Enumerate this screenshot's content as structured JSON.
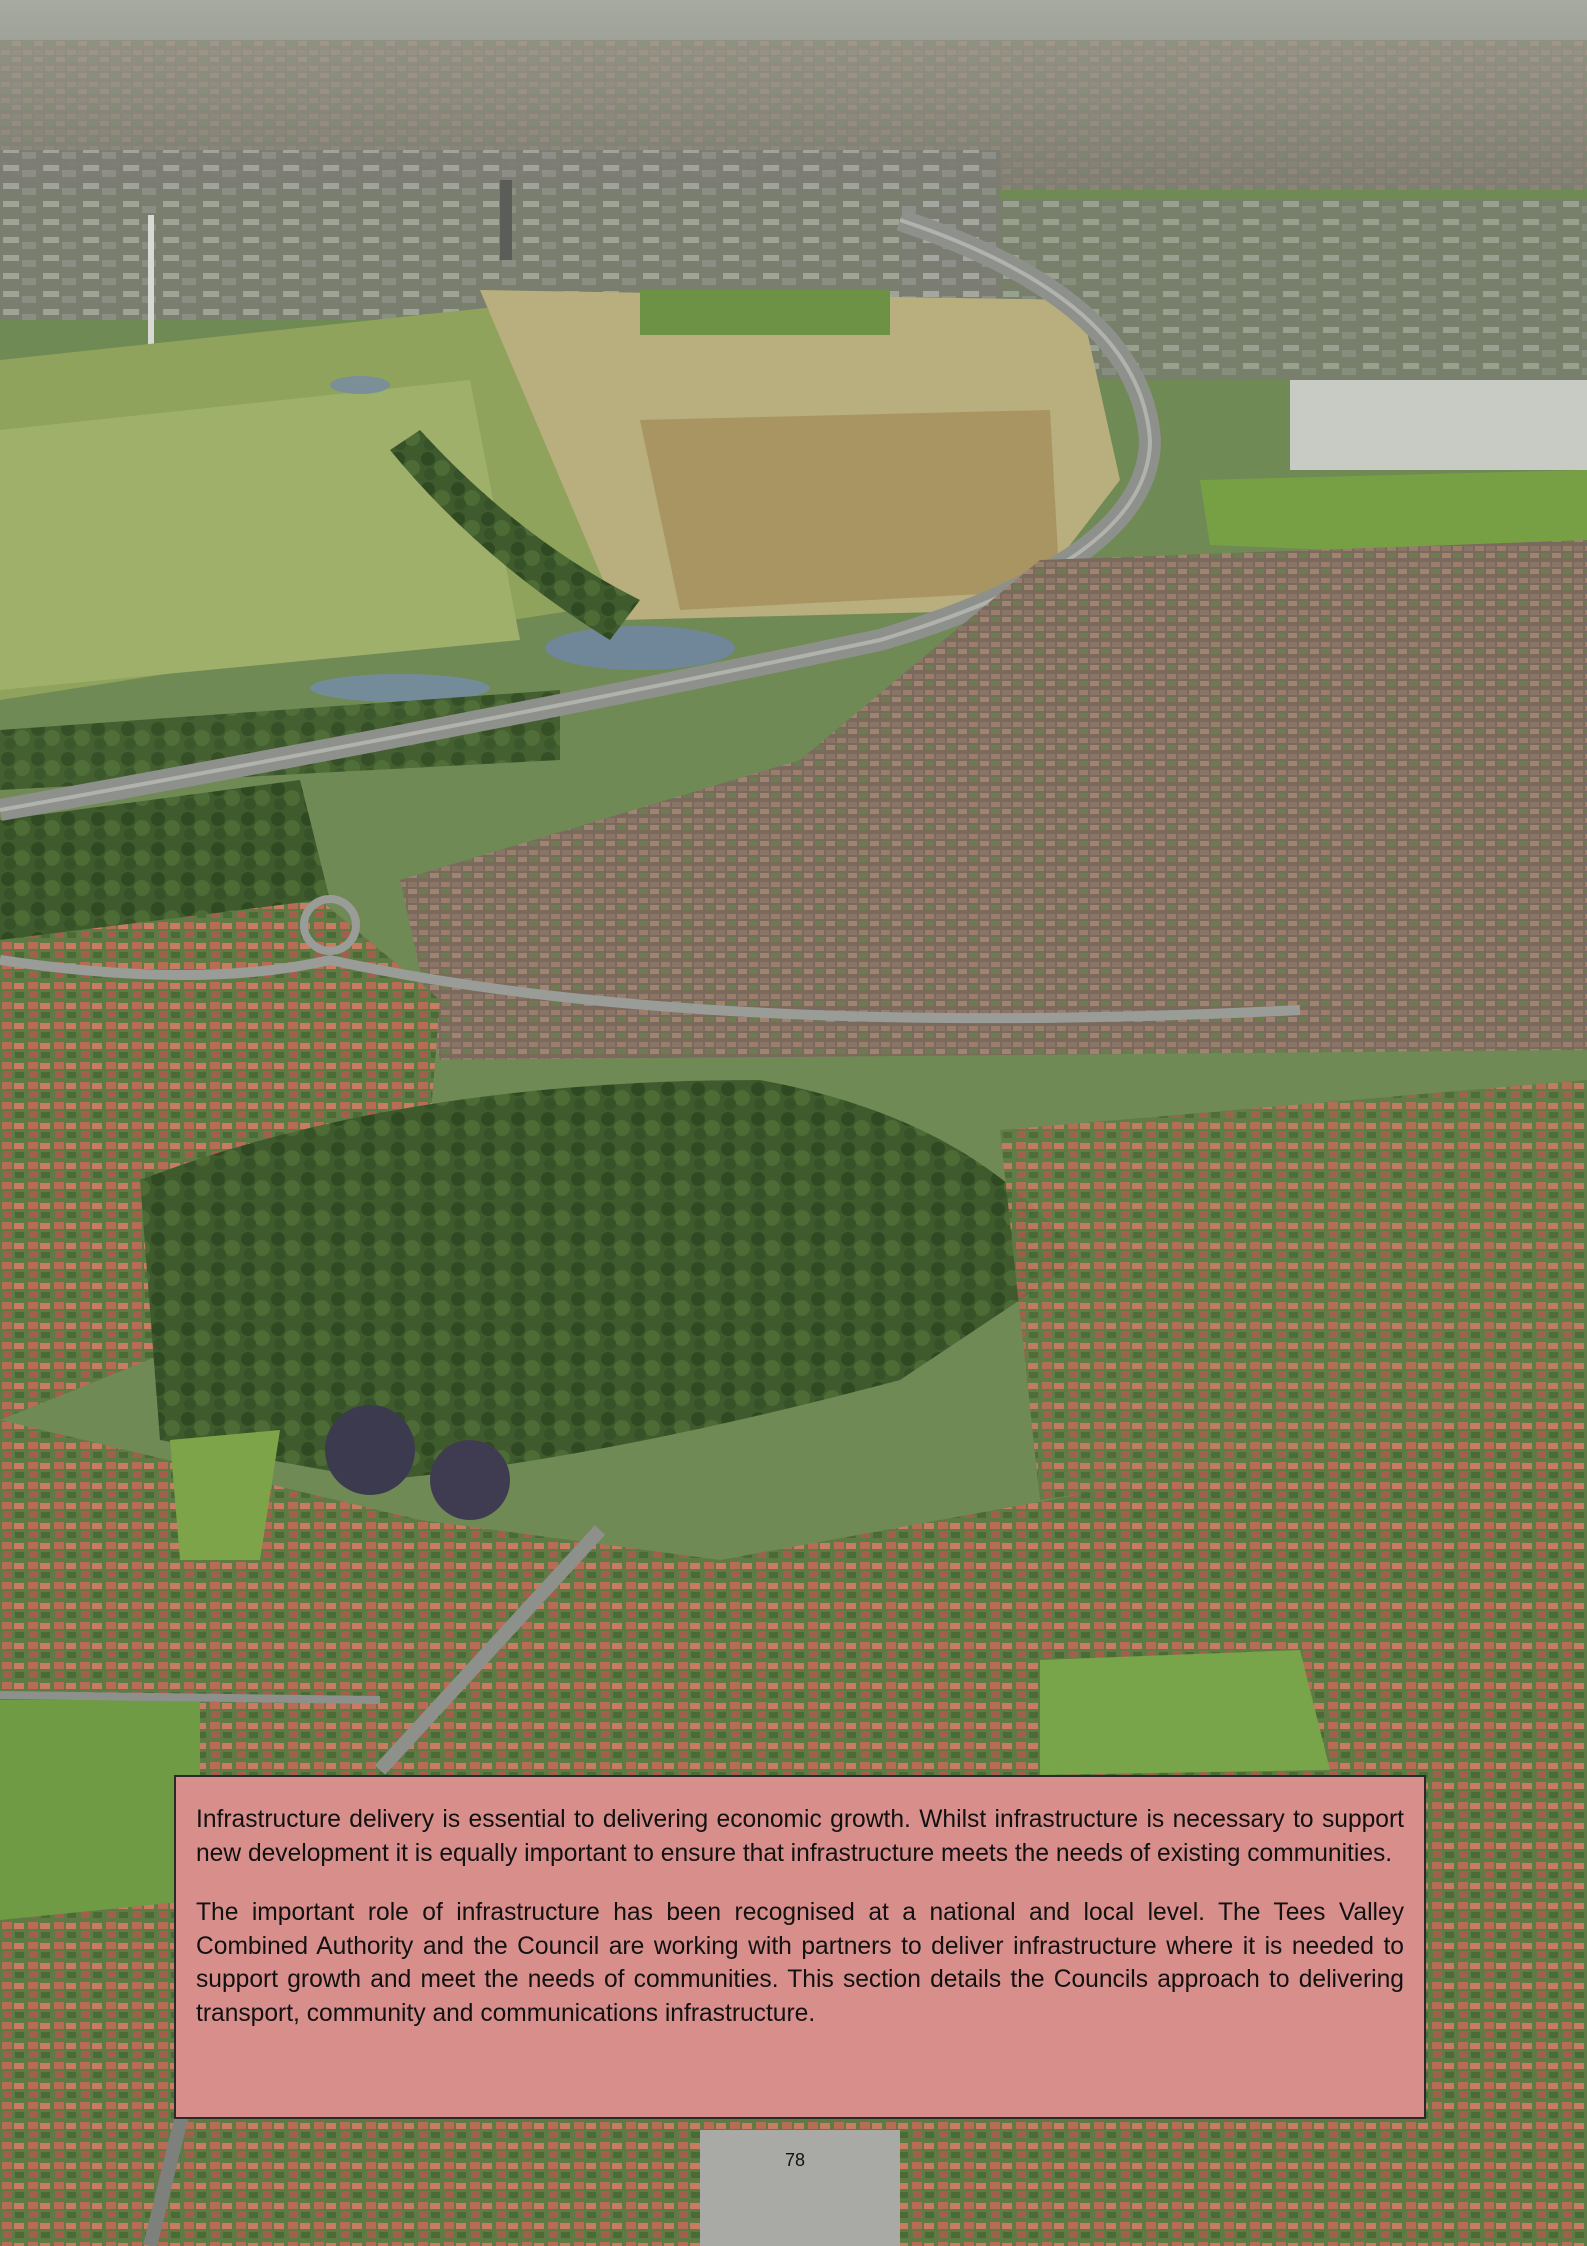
{
  "photo": {
    "alt_name": "aerial-town-photograph",
    "colors": {
      "sky_haze": "#8f9488",
      "industrial": "#7f7f78",
      "field_pale": "#b7ad7c",
      "field_green": "#7f9a52",
      "trees": "#3e5a2c",
      "housing": "#8d6c5e",
      "roofs_red": "#b66a55",
      "road": "#8a8c88",
      "water": "#6d8596"
    }
  },
  "text_panel": {
    "background": "#d88f8c",
    "paragraph_1": "Infrastructure delivery is essential to delivering economic growth. Whilst infrastructure is necessary to support new development it is equally important to ensure that infrastructure meets the needs of existing communities.",
    "paragraph_2": "The important role of infrastructure has been recognised at a national and local level. The Tees Valley Combined Authority and the Council are working with partners to deliver infrastructure where it is needed to support growth and meet the needs of communities. This section details the Councils approach to delivering transport, community and communications infrastructure."
  },
  "page_number": "78"
}
